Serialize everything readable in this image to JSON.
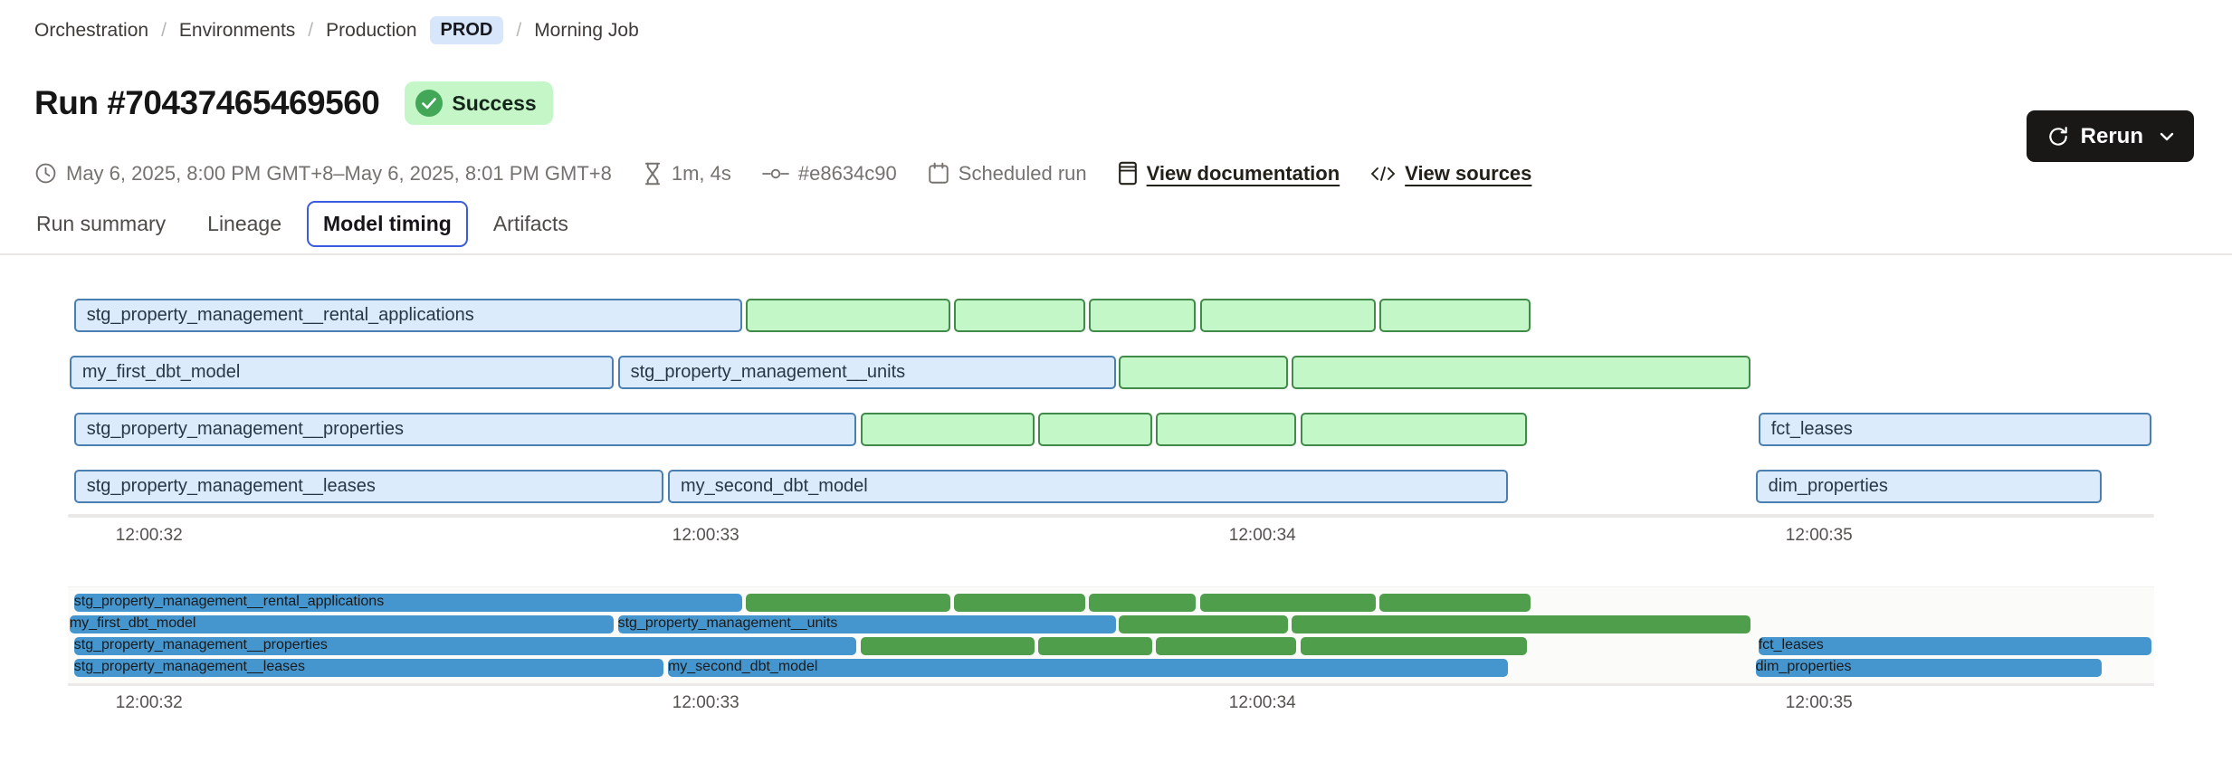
{
  "breadcrumb": {
    "separator": "/",
    "items": [
      "Orchestration",
      "Environments",
      "Production"
    ],
    "env_badge": "PROD",
    "last": "Morning Job"
  },
  "header": {
    "title": "Run #70437465469560",
    "status_badge": "Success",
    "rerun_label": "Rerun"
  },
  "meta": {
    "time_range": "May 6, 2025, 8:00 PM GMT+8–May 6, 2025, 8:01 PM GMT+8",
    "duration": "1m, 4s",
    "commit": "#e8634c90",
    "trigger": "Scheduled run",
    "doc_link": "View documentation",
    "sources_link": "View sources"
  },
  "tabs": [
    {
      "label": "Run summary",
      "selected": false
    },
    {
      "label": "Lineage",
      "selected": false
    },
    {
      "label": "Model timing",
      "selected": true
    },
    {
      "label": "Artifacts",
      "selected": false
    }
  ],
  "colors": {
    "accent_blue": "#3a5ce0",
    "badge_green_bg": "#c5f6c8",
    "badge_green_icon": "#42a857",
    "env_pill_bg": "#d8e6fb",
    "model_fill": "#dcebfb",
    "model_border": "#4a7fb2",
    "test_fill": "#c4f7c8",
    "test_border": "#418a49",
    "minimap_model": "#4596ce",
    "minimap_test": "#4f9e4b"
  },
  "chart_data": {
    "type": "gantt",
    "title": "Model timing",
    "x_domain": [
      31.854,
      35.602
    ],
    "ticks": [
      {
        "value": 32,
        "label": "12:00:32"
      },
      {
        "value": 33,
        "label": "12:00:33"
      },
      {
        "value": 34,
        "label": "12:00:34"
      },
      {
        "value": 35,
        "label": "12:00:35"
      }
    ],
    "rows": [
      {
        "bars": [
          {
            "label": "stg_property_management__rental_applications",
            "kind": "model",
            "start": 31.865,
            "end": 33.065
          },
          {
            "label": "",
            "kind": "test",
            "start": 33.072,
            "end": 33.439
          },
          {
            "label": "",
            "kind": "test",
            "start": 33.446,
            "end": 33.681
          },
          {
            "label": "",
            "kind": "test",
            "start": 33.688,
            "end": 33.88
          },
          {
            "label": "",
            "kind": "test",
            "start": 33.888,
            "end": 34.203
          },
          {
            "label": "",
            "kind": "test",
            "start": 34.21,
            "end": 34.481
          }
        ]
      },
      {
        "bars": [
          {
            "label": "my_first_dbt_model",
            "kind": "model",
            "start": 31.857,
            "end": 32.834
          },
          {
            "label": "stg_property_management__units",
            "kind": "model",
            "start": 32.842,
            "end": 33.737
          },
          {
            "label": "",
            "kind": "test",
            "start": 33.742,
            "end": 34.046
          },
          {
            "label": "",
            "kind": "test",
            "start": 34.052,
            "end": 34.876
          }
        ]
      },
      {
        "bars": [
          {
            "label": "stg_property_management__properties",
            "kind": "model",
            "start": 31.865,
            "end": 33.27
          },
          {
            "label": "",
            "kind": "test",
            "start": 33.278,
            "end": 33.59
          },
          {
            "label": "",
            "kind": "test",
            "start": 33.597,
            "end": 33.802
          },
          {
            "label": "",
            "kind": "test",
            "start": 33.808,
            "end": 34.06
          },
          {
            "label": "",
            "kind": "test",
            "start": 34.068,
            "end": 34.475
          },
          {
            "label": "fct_leases",
            "kind": "model",
            "start": 34.891,
            "end": 35.597
          }
        ]
      },
      {
        "bars": [
          {
            "label": "stg_property_management__leases",
            "kind": "model",
            "start": 31.865,
            "end": 32.924
          },
          {
            "label": "my_second_dbt_model",
            "kind": "model",
            "start": 32.932,
            "end": 34.441
          },
          {
            "label": "dim_properties",
            "kind": "model",
            "start": 34.886,
            "end": 35.507
          }
        ]
      }
    ]
  }
}
